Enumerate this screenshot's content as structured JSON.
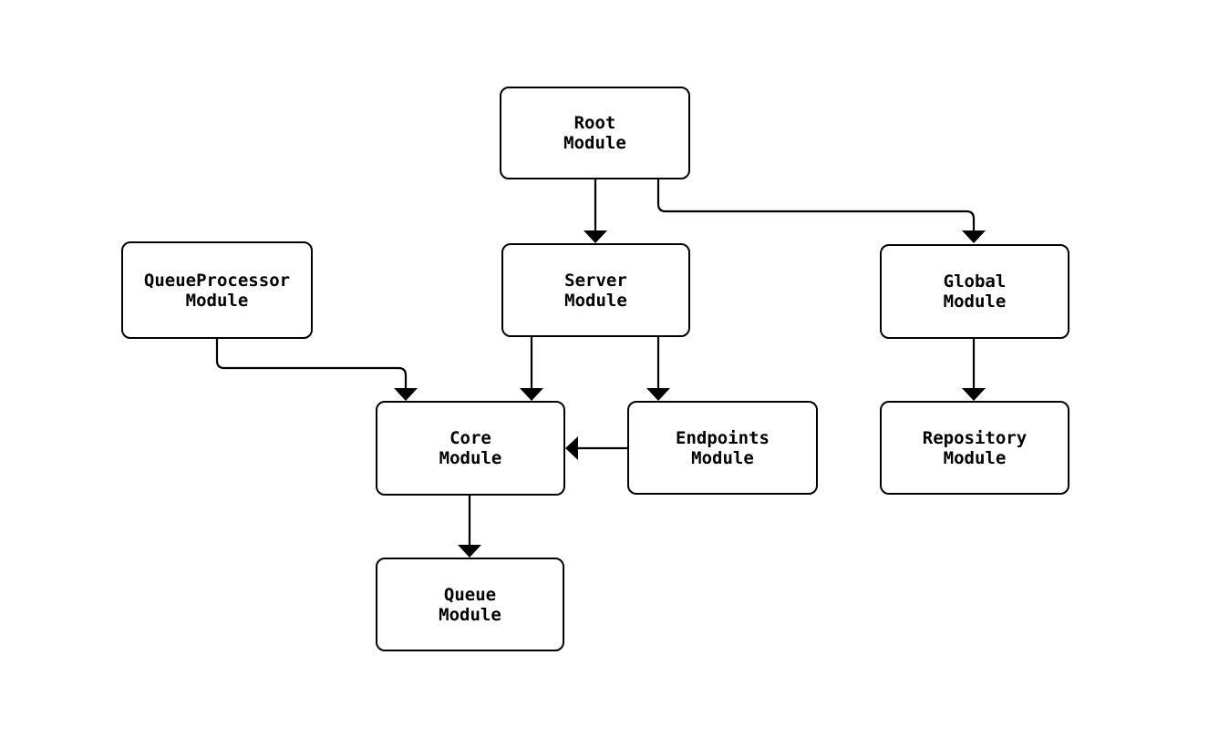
{
  "diagram": {
    "type": "module-dependency-graph",
    "background_color": "#ffffff",
    "node_fill_color": "#ffffff",
    "node_border_color": "#000000",
    "edge_color": "#000000",
    "text_color": "#000000",
    "nodes": {
      "root": {
        "label": "Root\nModule"
      },
      "queueprocessor": {
        "label": "QueueProcessor\nModule"
      },
      "server": {
        "label": "Server\nModule"
      },
      "global": {
        "label": "Global\nModule"
      },
      "core": {
        "label": "Core\nModule"
      },
      "endpoints": {
        "label": "Endpoints\nModule"
      },
      "repository": {
        "label": "Repository\nModule"
      },
      "queue": {
        "label": "Queue\nModule"
      }
    },
    "edges": [
      {
        "from": "Root Module",
        "to": "Server Module"
      },
      {
        "from": "Root Module",
        "to": "Global Module"
      },
      {
        "from": "QueueProcessor Module",
        "to": "Core Module"
      },
      {
        "from": "Server Module",
        "to": "Core Module"
      },
      {
        "from": "Server Module",
        "to": "Endpoints Module"
      },
      {
        "from": "Endpoints Module",
        "to": "Core Module"
      },
      {
        "from": "Global Module",
        "to": "Repository Module"
      },
      {
        "from": "Core Module",
        "to": "Queue Module"
      }
    ]
  }
}
